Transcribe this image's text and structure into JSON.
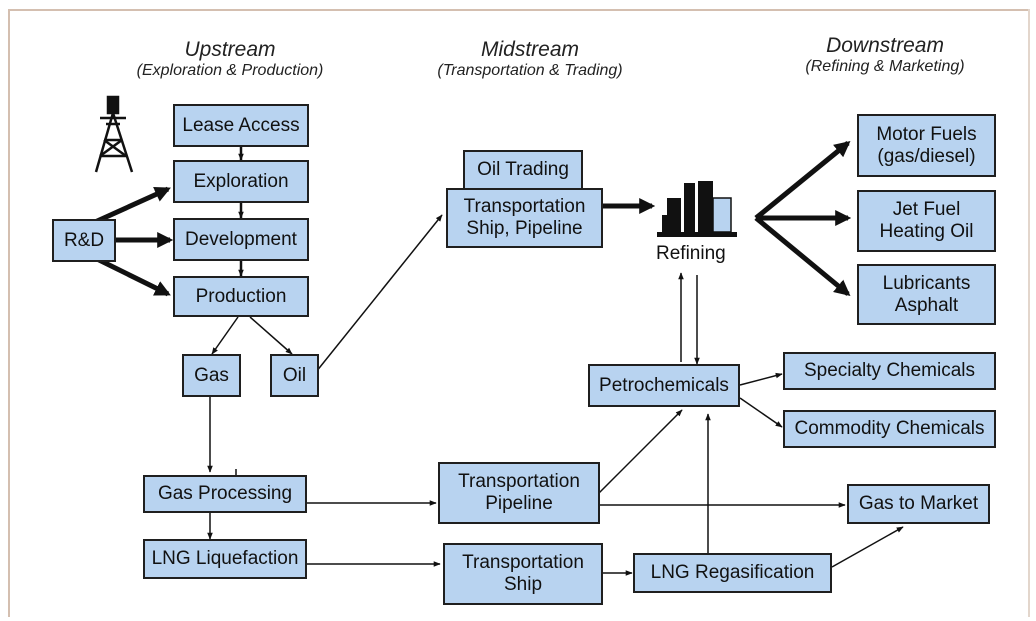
{
  "headers": {
    "upstream": {
      "title": "Upstream",
      "subtitle": "(Exploration & Production)"
    },
    "midstream": {
      "title": "Midstream",
      "subtitle": "(Transportation & Trading)"
    },
    "downstream": {
      "title": "Downstream",
      "subtitle": "(Refining & Marketing)"
    }
  },
  "nodes": {
    "lease_access": "Lease Access",
    "exploration": "Exploration",
    "development": "Development",
    "production": "Production",
    "rd": "R&D",
    "gas": "Gas",
    "oil": "Oil",
    "gas_processing": "Gas Processing",
    "lng_liquefaction": "LNG Liquefaction",
    "oil_trading": "Oil Trading",
    "transportation_ship_pipeline": "Transportation\nShip, Pipeline",
    "transportation_pipeline": "Transportation\nPipeline",
    "transportation_ship": "Transportation\nShip",
    "lng_regasification": "LNG Regasification",
    "refining": "Refining",
    "petrochemicals": "Petrochemicals",
    "specialty_chemicals": "Specialty Chemicals",
    "commodity_chemicals": "Commodity Chemicals",
    "gas_to_market": "Gas to Market",
    "motor_fuels": "Motor Fuels\n(gas/diesel)",
    "jet_fuel": "Jet Fuel\nHeating Oil",
    "lubricants": "Lubricants\nAsphalt"
  },
  "colors": {
    "box_fill": "#b8d3f0",
    "box_border": "#1f1f1f",
    "arrow": "#111111"
  },
  "icons": [
    "oil-derrick-icon",
    "refinery-icon"
  ]
}
